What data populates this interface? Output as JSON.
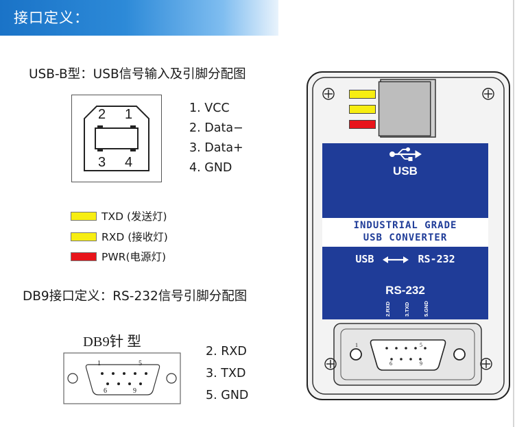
{
  "header": {
    "title": "接口定义："
  },
  "usb_section": {
    "title": "USB-B型：USB信号输入及引脚分配图",
    "pin_numbers": [
      "2",
      "1",
      "3",
      "4"
    ],
    "pins": [
      "1. VCC",
      "2. Data−",
      "3. Data+",
      "4. GND"
    ]
  },
  "legend": [
    {
      "label": "TXD (发送灯)",
      "color": "#f7ee12"
    },
    {
      "label": "RXD (接收灯)",
      "color": "#f7ee12"
    },
    {
      "label": "PWR(电源灯)",
      "color": "#e8141b"
    }
  ],
  "db9_section": {
    "title": "DB9接口定义：RS-232信号引脚分配图",
    "caption": "DB9针 型",
    "connector_numbers": {
      "top_left": "1",
      "top_right": "5",
      "bottom_left": "6",
      "bottom_right": "9"
    },
    "pins": [
      "2. RXD",
      "3. TXD",
      "5. GND"
    ]
  },
  "device": {
    "usb_label": "USB",
    "band_line1": "INDUSTRIAL GRADE",
    "band_line2": "USB CONVERTER",
    "conversion_left": "USB",
    "conversion_right": "RS-232",
    "rs232_label": "RS-232",
    "pin_labels": [
      "2.RXD",
      "3.TXD",
      "5.GND"
    ],
    "led_colors": [
      "#f7ee12",
      "#f7ee12",
      "#e8141b"
    ],
    "body_color": "#1f3c98"
  }
}
